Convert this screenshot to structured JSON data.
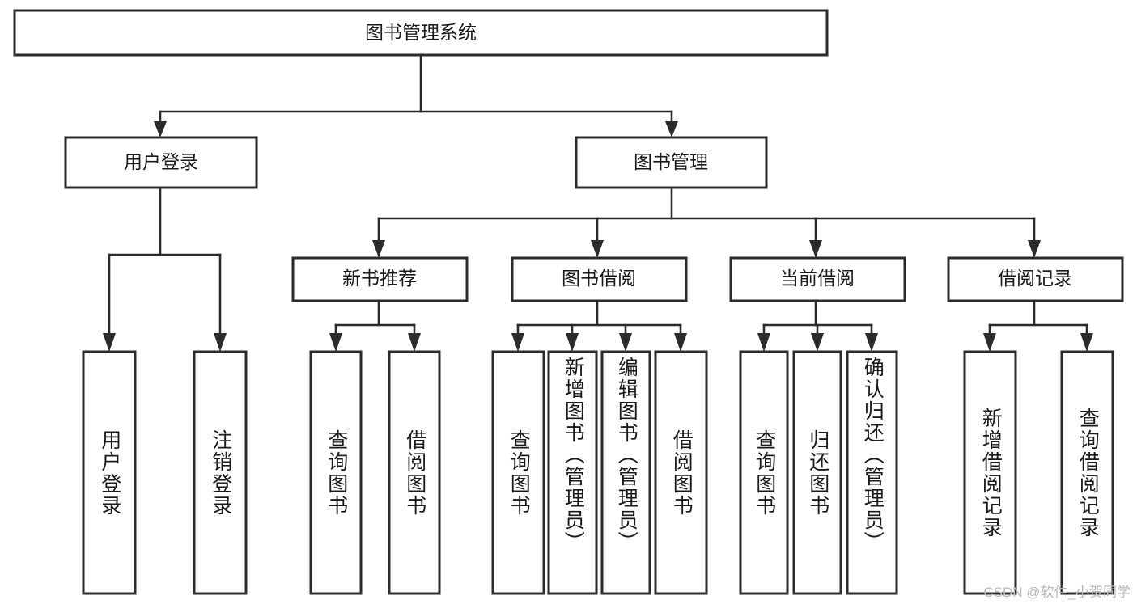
{
  "diagram": {
    "type": "tree-hierarchy",
    "title": "图书管理系统",
    "root": {
      "label": "图书管理系统"
    },
    "level2": [
      {
        "id": "user-login",
        "label": "用户登录"
      },
      {
        "id": "book-manage",
        "label": "图书管理"
      }
    ],
    "level3": [
      {
        "id": "new-book-rec",
        "label": "新书推荐",
        "parent": "book-manage"
      },
      {
        "id": "book-borrow",
        "label": "图书借阅",
        "parent": "book-manage"
      },
      {
        "id": "current-borrow",
        "label": "当前借阅",
        "parent": "book-manage"
      },
      {
        "id": "borrow-record",
        "label": "借阅记录",
        "parent": "book-manage"
      }
    ],
    "leaves": [
      {
        "id": "leaf-user-login",
        "label": "用户登录",
        "parent": "user-login"
      },
      {
        "id": "leaf-user-logout",
        "label": "注销登录",
        "parent": "user-login"
      },
      {
        "id": "leaf-query-book-1",
        "label": "查询图书",
        "parent": "new-book-rec"
      },
      {
        "id": "leaf-borrow-book-1",
        "label": "借阅图书",
        "parent": "new-book-rec"
      },
      {
        "id": "leaf-query-book-2",
        "label": "查询图书",
        "parent": "book-borrow"
      },
      {
        "id": "leaf-add-book",
        "label": "新增图书（管理员）",
        "parent": "book-borrow"
      },
      {
        "id": "leaf-edit-book",
        "label": "编辑图书（管理员）",
        "parent": "book-borrow"
      },
      {
        "id": "leaf-borrow-book-2",
        "label": "借阅图书",
        "parent": "book-borrow"
      },
      {
        "id": "leaf-query-book-3",
        "label": "查询图书",
        "parent": "current-borrow"
      },
      {
        "id": "leaf-return-book",
        "label": "归还图书",
        "parent": "current-borrow"
      },
      {
        "id": "leaf-confirm-return",
        "label": "确认归还（管理员）",
        "parent": "current-borrow"
      },
      {
        "id": "leaf-add-record",
        "label": "新增借阅记录",
        "parent": "borrow-record"
      },
      {
        "id": "leaf-query-record",
        "label": "查询借阅记录",
        "parent": "borrow-record"
      }
    ],
    "colors": {
      "stroke": "#2b2b2b",
      "fill": "#ffffff",
      "text": "#1a1a1a",
      "watermark": "#b9b9b9"
    }
  },
  "watermark": {
    "text": "CSDN @软件_小贺同学"
  }
}
